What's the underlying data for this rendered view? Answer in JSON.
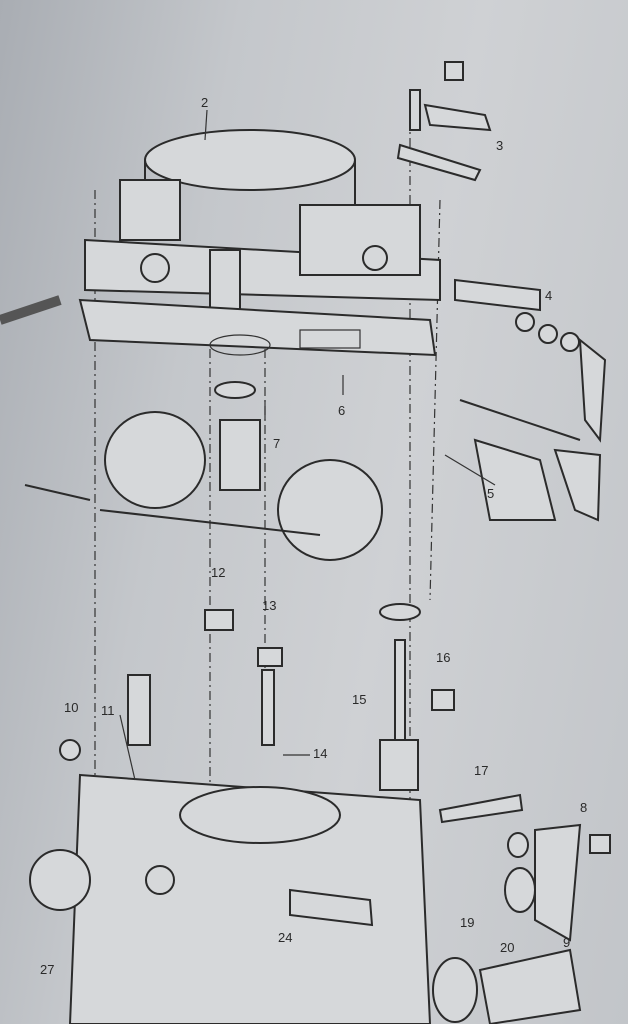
{
  "figure": {
    "title": "Carburetor exploded view",
    "part_labels": [
      "2",
      "3",
      "4",
      "5",
      "6",
      "7",
      "12",
      "13",
      "14",
      "15",
      "16",
      "17",
      "10",
      "11",
      "19",
      "20",
      "24",
      "27",
      "8",
      "9"
    ]
  }
}
